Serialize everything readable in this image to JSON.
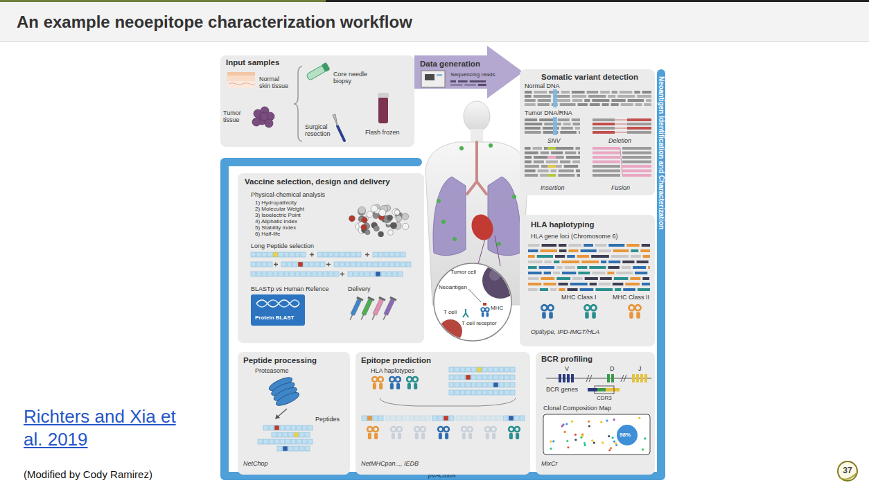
{
  "diagram": {
    "title": "An example neoepitope characterization workflow",
    "nodes": [
      {
        "text": [
          "Input samples",
          "Normal skin tissue",
          "Tumor tissue",
          "Core needle biopsy",
          "Surgical resection",
          "Flash frozen"
        ]
      },
      {
        "text": [
          "Data generation",
          "Sequencing reads"
        ]
      },
      {
        "text": [
          "Neoantigen Identification and Characterization",
          "pVACtools"
        ]
      },
      {
        "text": [
          "Somatic variant detection",
          "Normal DNA",
          "Tumor DNA/RNA",
          "SNV",
          "Deletion",
          "Insertion",
          "Fusion"
        ],
        "in": 2
      },
      {
        "text": [
          "HLA haplotyping",
          "HLA gene loci (Chromosome 6)",
          "MHC Class I",
          "MHC Class II",
          "Optitype, IPD-IMGT/HLA"
        ],
        "in": 2
      },
      {
        "text": [
          "Vaccine selection, design and delivery",
          "Physical-chemical analysis",
          "1) Hydropathicity",
          "2) Molecular Weight",
          "3) Isoelectric Point",
          "4) Aliphatic Index",
          "5) Stability Index",
          "6) Half-life",
          "Long Peptide selection",
          "BLASTp vs Human Refence",
          "Delivery",
          "Protein BLAST"
        ],
        "in": 2
      },
      {
        "text": [
          "Tumor cell",
          "Neoantigen",
          "MHC",
          "T cell",
          "T cell receptor"
        ],
        "in": 2
      },
      {
        "text": [
          "Peptide processing",
          "Proteasome",
          "Peptides",
          "NetChop"
        ],
        "in": 2
      },
      {
        "text": [
          "Epitope prediction",
          "HLA haplotypes",
          "NetMHCpan..., IEDB"
        ],
        "in": 2
      },
      {
        "text": [
          "BCR profiling",
          "V",
          "D",
          "J",
          "BCR genes",
          "CDR3",
          "Clonal Composition Map",
          "98%",
          "MixCr"
        ],
        "in": 2
      }
    ],
    "labels": [
      "Richters and Xia et al. 2019",
      "(Modified by Cody Ramirez)",
      "37"
    ]
  }
}
